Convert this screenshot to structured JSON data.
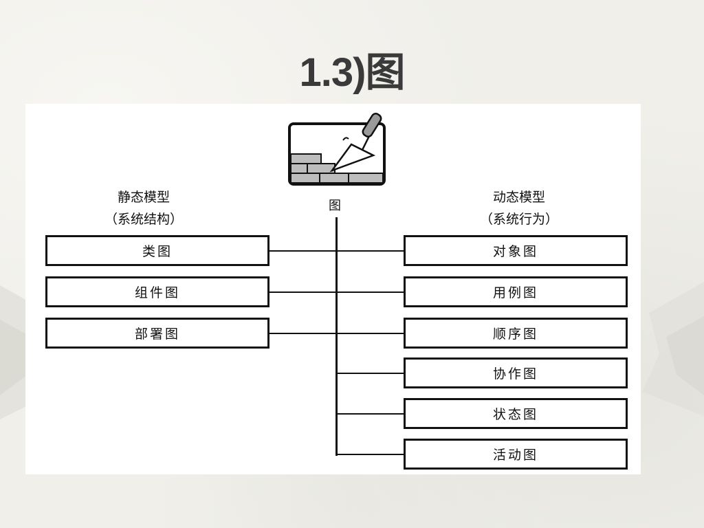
{
  "slide": {
    "title": "1.3)图"
  },
  "diagram": {
    "center_label": "图",
    "center_icon": "trowel-bricks-icon",
    "static": {
      "title_line1": "静态模型",
      "title_line2": "（系统结构）",
      "items": [
        "类图",
        "组件图",
        "部署图"
      ]
    },
    "dynamic": {
      "title_line1": "动态模型",
      "title_line2": "（系统行为）",
      "items": [
        "对象图",
        "用例图",
        "顺序图",
        "协作图",
        "状态图",
        "活动图"
      ]
    }
  }
}
